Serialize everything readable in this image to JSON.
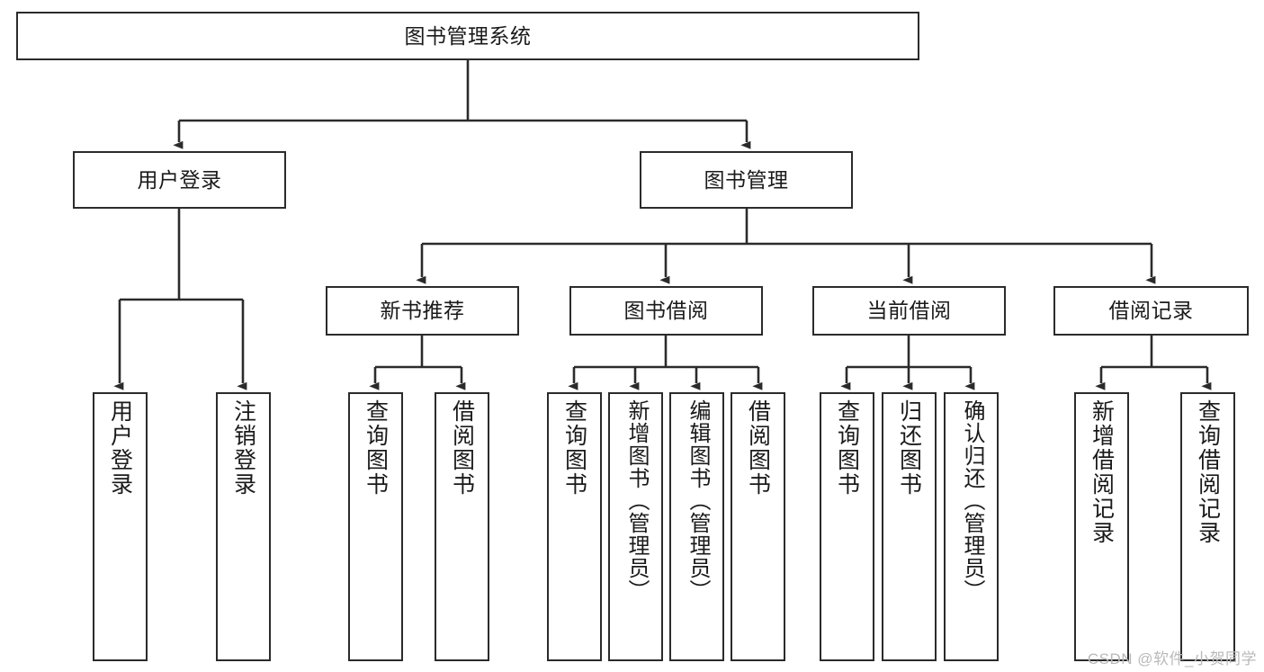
{
  "diagram": {
    "title": "图书管理系统",
    "type": "tree-hierarchy",
    "watermark": "CSDN @软件_小贺同学",
    "colors": {
      "stroke": "#2b2b2b",
      "fill": "#ffffff",
      "text": "#1a1a1a",
      "watermark": "#b9b9b9"
    },
    "nodes": {
      "root": {
        "label": "图书管理系统",
        "level": 0
      },
      "user_login": {
        "label": "用户登录",
        "level": 1
      },
      "book_mgmt": {
        "label": "图书管理",
        "level": 1
      },
      "new_book_rec": {
        "label": "新书推荐",
        "level": 2
      },
      "book_borrow": {
        "label": "图书借阅",
        "level": 2
      },
      "current_borrow": {
        "label": "当前借阅",
        "level": 2
      },
      "borrow_record": {
        "label": "借阅记录",
        "level": 2
      },
      "leaf_user_login": {
        "label": "用户登录",
        "level": 3
      },
      "leaf_logout": {
        "label": "注销登录",
        "level": 3
      },
      "leaf_query_book_a": {
        "label": "查询图书",
        "level": 3
      },
      "leaf_borrow_book_a": {
        "label": "借阅图书",
        "level": 3
      },
      "leaf_query_book_b": {
        "label": "查询图书",
        "level": 3
      },
      "leaf_add_book": {
        "label": "新增图书（管理员）",
        "level": 3
      },
      "leaf_edit_book": {
        "label": "编辑图书（管理员）",
        "level": 3
      },
      "leaf_borrow_book_b": {
        "label": "借阅图书",
        "level": 3
      },
      "leaf_query_book_c": {
        "label": "查询图书",
        "level": 3
      },
      "leaf_return_book": {
        "label": "归还图书",
        "level": 3
      },
      "leaf_confirm_return": {
        "label": "确认归还（管理员）",
        "level": 3
      },
      "leaf_add_record": {
        "label": "新增借阅记录",
        "level": 3
      },
      "leaf_query_record": {
        "label": "查询借阅记录",
        "level": 3
      }
    },
    "edges": [
      {
        "from": "root",
        "to": "user_login"
      },
      {
        "from": "root",
        "to": "book_mgmt"
      },
      {
        "from": "user_login",
        "to": "leaf_user_login"
      },
      {
        "from": "user_login",
        "to": "leaf_logout"
      },
      {
        "from": "book_mgmt",
        "to": "new_book_rec"
      },
      {
        "from": "book_mgmt",
        "to": "book_borrow"
      },
      {
        "from": "book_mgmt",
        "to": "current_borrow"
      },
      {
        "from": "book_mgmt",
        "to": "borrow_record"
      },
      {
        "from": "new_book_rec",
        "to": "leaf_query_book_a"
      },
      {
        "from": "new_book_rec",
        "to": "leaf_borrow_book_a"
      },
      {
        "from": "book_borrow",
        "to": "leaf_query_book_b"
      },
      {
        "from": "book_borrow",
        "to": "leaf_add_book"
      },
      {
        "from": "book_borrow",
        "to": "leaf_edit_book"
      },
      {
        "from": "book_borrow",
        "to": "leaf_borrow_book_b"
      },
      {
        "from": "current_borrow",
        "to": "leaf_query_book_c"
      },
      {
        "from": "current_borrow",
        "to": "leaf_return_book"
      },
      {
        "from": "current_borrow",
        "to": "leaf_confirm_return"
      },
      {
        "from": "borrow_record",
        "to": "leaf_add_record"
      },
      {
        "from": "borrow_record",
        "to": "leaf_query_record"
      }
    ]
  }
}
